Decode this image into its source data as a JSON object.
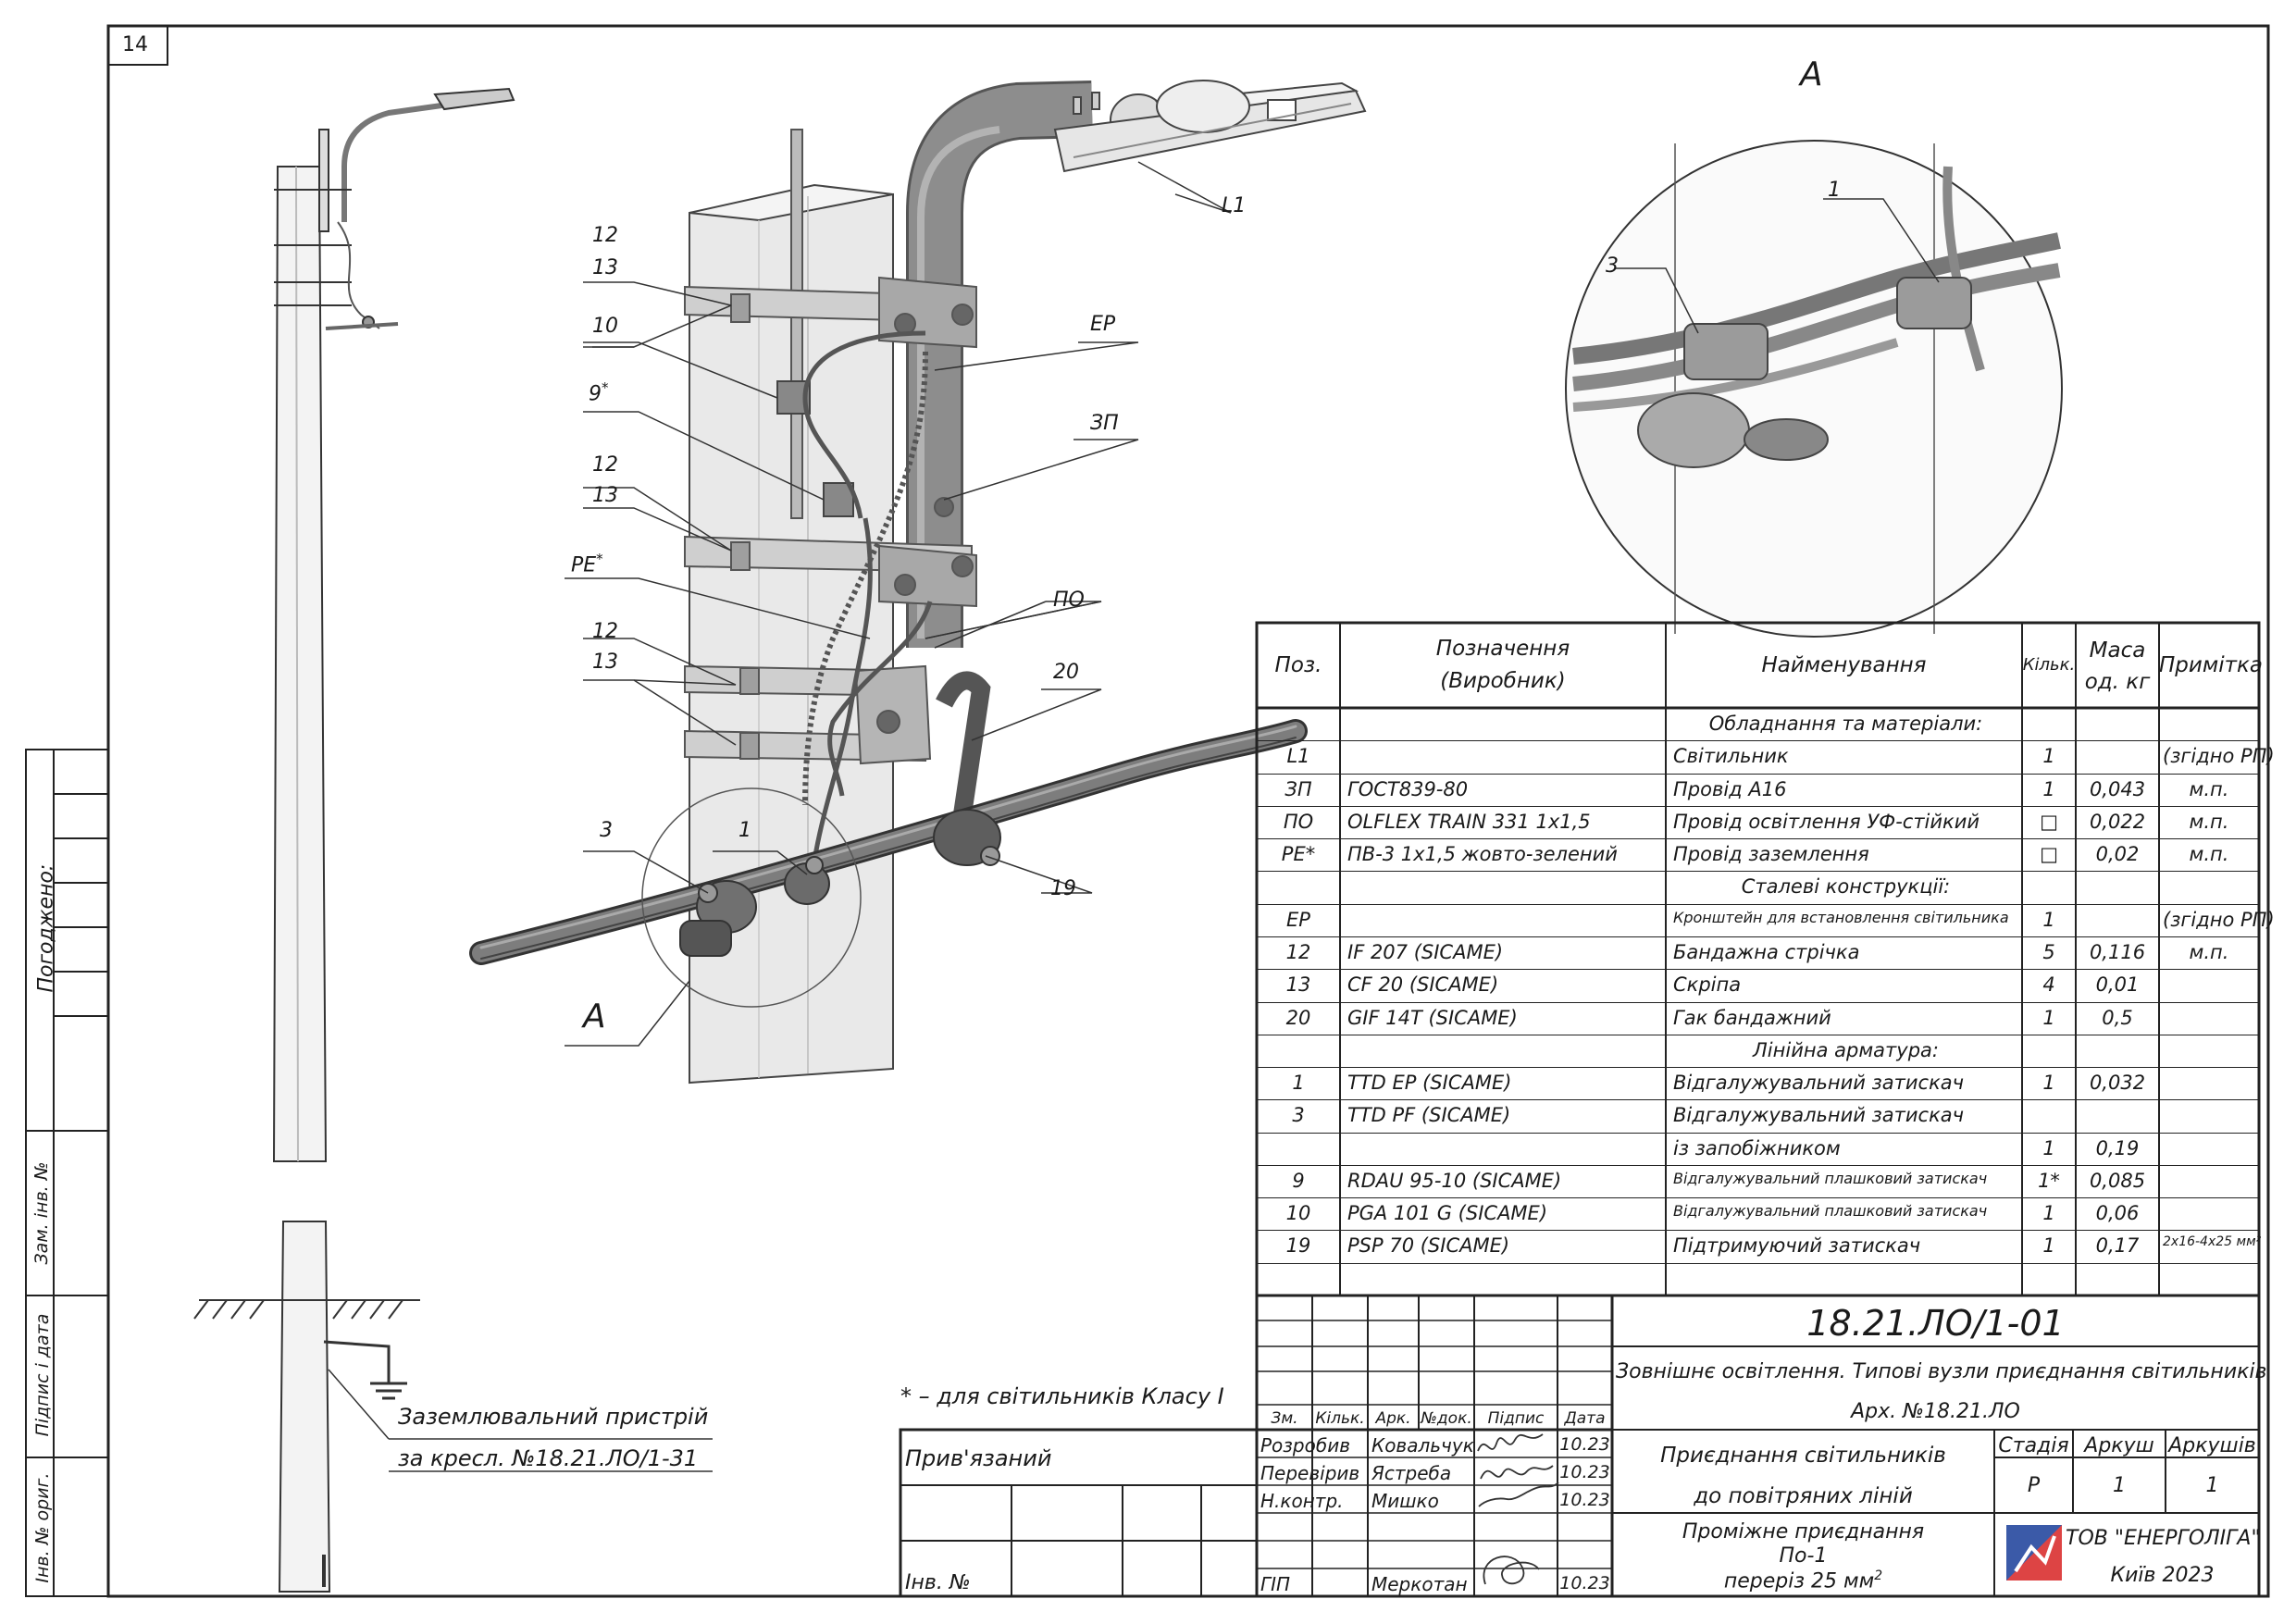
{
  "sheet_number": "14",
  "callouts": {
    "c12a": "12",
    "c13a": "13",
    "c10": "10",
    "c9": "9",
    "c9_star": "*",
    "c12b": "12",
    "c13b": "13",
    "cPE": "PE",
    "cPE_star": "*",
    "c12c": "12",
    "c13c": "13",
    "c3": "3",
    "c1": "1",
    "cA": "A",
    "cL1": "L1",
    "cEP": "EP",
    "cZP": "ЗП",
    "cPO": "ПО",
    "c20": "20",
    "c19": "19"
  },
  "detail_a": {
    "title": "A",
    "c1": "1",
    "c3": "3"
  },
  "grounding_note": {
    "line1": "Заземлювальний пристрій",
    "line2": "за кресл. №18.21.ЛО/1-31"
  },
  "footnote": "* – для світильників Класу І",
  "left_strip": {
    "agreed": "Погоджено:",
    "replaced_inv": "Зам. інв. №",
    "signature_date": "Підпис і дата",
    "orig_inv": "Інв. № ориг."
  },
  "spec_table": {
    "headers": {
      "pos": "Поз.",
      "designation_l1": "Позначення",
      "designation_l2": "(Виробник)",
      "name": "Найменування",
      "qty": "Кільк.",
      "mass_l1": "Маса",
      "mass_l2": "од. кг",
      "note": "Примітка"
    },
    "rows": [
      {
        "section": "Обладнання та матеріали:"
      },
      {
        "pos": "L1",
        "des": "",
        "name": "Світильник",
        "qty": "1",
        "mass": "",
        "note": "(згідно РП)"
      },
      {
        "pos": "ЗП",
        "des": "ГОСТ839-80",
        "name": "Провід А16",
        "qty": "1",
        "mass": "0,043",
        "note": "м.п."
      },
      {
        "pos": "ПО",
        "des": "OLFLEX TRAIN 331 1x1,5",
        "name": "Провід освітлення УФ-стійкий",
        "qty": "□",
        "mass": "0,022",
        "note": "м.п."
      },
      {
        "pos": "PE*",
        "des": "ПВ-3 1x1,5 жовто-зелений",
        "name": "Провід заземлення",
        "qty": "□",
        "mass": "0,02",
        "note": "м.п."
      },
      {
        "section": "Сталеві конструкції:"
      },
      {
        "pos": "EP",
        "des": "",
        "name": "Кронштейн для встановлення світильника",
        "qty": "1",
        "mass": "",
        "note": "(згідно РП)"
      },
      {
        "pos": "12",
        "des": "IF 207   (SICAME)",
        "name": "Бандажна стрічка",
        "qty": "5",
        "mass": "0,116",
        "note": "м.п."
      },
      {
        "pos": "13",
        "des": "CF 20   (SICAME)",
        "name": "Скріпа",
        "qty": "4",
        "mass": "0,01",
        "note": ""
      },
      {
        "pos": "20",
        "des": "GIF 14T   (SICAME)",
        "name": "Гак бандажний",
        "qty": "1",
        "mass": "0,5",
        "note": ""
      },
      {
        "section": "Лінійна арматура:"
      },
      {
        "pos": "1",
        "des": "TTD EP   (SICAME)",
        "name": "Відгалужувальний затискач",
        "qty": "1",
        "mass": "0,032",
        "note": ""
      },
      {
        "pos": "3",
        "des": "TTD PF   (SICAME)",
        "name": "Відгалужувальний затискач",
        "qty": "",
        "mass": "",
        "note": ""
      },
      {
        "pos": "",
        "des": "",
        "name": "із запобіжником",
        "qty": "1",
        "mass": "0,19",
        "note": ""
      },
      {
        "pos": "9",
        "des": "RDAU 95-10   (SICAME)",
        "name": "Відгалужувальний плашковий затискач",
        "qty": "1*",
        "mass": "0,085",
        "note": ""
      },
      {
        "pos": "10",
        "des": "PGA 101 G   (SICAME)",
        "name": "Відгалужувальний плашковий затискач",
        "qty": "1",
        "mass": "0,06",
        "note": ""
      },
      {
        "pos": "19",
        "des": "PSP 70   (SICAME)",
        "name": "Підтримуючий затискач",
        "qty": "1",
        "mass": "0,17",
        "note": "2x16-4x25 мм²"
      },
      {
        "pos": "",
        "des": "",
        "name": "",
        "qty": "",
        "mass": "",
        "note": ""
      }
    ]
  },
  "title_block": {
    "drawing_code": "18.21.ЛО/1-01",
    "project_title": "Зовнішнє освітлення. Типові вузли приєднання світильників",
    "archive": "Арх. №18.21.ЛО",
    "col_headers": [
      "Зм.",
      "Кільк.",
      "Арк.",
      "№док.",
      "Підпис",
      "Дата"
    ],
    "people": [
      {
        "role": "Розробив",
        "name": "Ковальчук",
        "date": "10.23"
      },
      {
        "role": "Перевірив",
        "name": "Ястреба",
        "date": "10.23"
      },
      {
        "role": "Н.контр.",
        "name": "Мишко",
        "date": "10.23"
      },
      {
        "role": "ГІП",
        "name": "Меркотан",
        "date": "10.23"
      }
    ],
    "sheet_title_l1": "Приєднання світильників",
    "sheet_title_l2": "до повітряних ліній",
    "stage_label": "Стадія",
    "stage": "Р",
    "sheet_label": "Аркуш",
    "sheet": "1",
    "sheets_label": "Аркушів",
    "sheets": "1",
    "subtitle_l1": "Проміжне приєднання",
    "subtitle_l2": "По-1",
    "subtitle_l3": "переріз 25 мм",
    "subtitle_sup": "2",
    "company": "ТОВ \"ЕНЕРГОЛІГА\"",
    "city_year": "Київ 2023"
  },
  "bind_block": {
    "bound": "Прив'язаний",
    "inv": "Інв. №"
  }
}
